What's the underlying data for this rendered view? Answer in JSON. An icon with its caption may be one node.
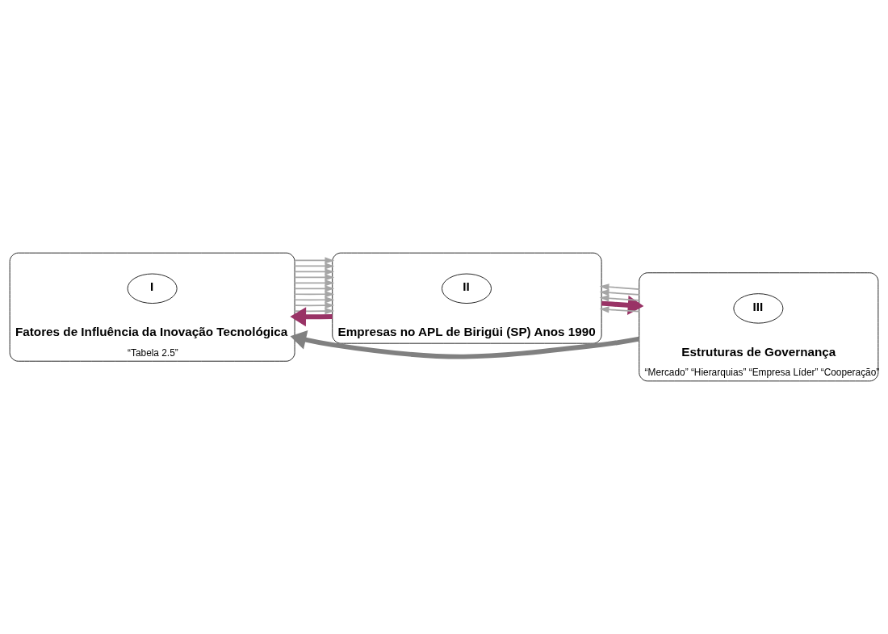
{
  "diagram": {
    "nodes": [
      {
        "text": [
          "Fatores de Influência da Inovação Tecnológica",
          "“Tabela 2.5”"
        ]
      },
      {
        "text": [
          "I"
        ],
        "in": 0
      },
      {
        "text": [
          "Empresas no APL de Birigüi (SP) Anos 1990"
        ]
      },
      {
        "text": [
          "II"
        ],
        "in": 2
      },
      {
        "text": [
          "Estruturas de Governança",
          "“Mercado” “Hierarquias” “Empresa Líder” “Cooperação”"
        ]
      },
      {
        "text": [
          "III"
        ],
        "in": 4
      }
    ],
    "edges": [
      {
        "from": 0,
        "to": 2,
        "arrow": "to"
      },
      {
        "from": 0,
        "to": 2,
        "arrow": "to"
      },
      {
        "from": 0,
        "to": 2,
        "arrow": "to"
      },
      {
        "from": 0,
        "to": 2,
        "arrow": "to"
      },
      {
        "from": 0,
        "to": 2,
        "arrow": "to"
      },
      {
        "from": 0,
        "to": 2,
        "arrow": "to"
      },
      {
        "from": 0,
        "to": 2,
        "arrow": "to"
      },
      {
        "from": 0,
        "to": 2,
        "arrow": "to"
      },
      {
        "from": 0,
        "to": 2,
        "arrow": "to"
      },
      {
        "from": 0,
        "to": 2,
        "arrow": "to"
      },
      {
        "from": 2,
        "to": 0,
        "arrow": "to",
        "style": "thick",
        "color": "#993366"
      },
      {
        "from": 2,
        "to": 4,
        "arrow": "to",
        "style": "thick",
        "color": "#993366"
      },
      {
        "from": 4,
        "to": 2,
        "arrow": "to"
      },
      {
        "from": 4,
        "to": 2,
        "arrow": "to"
      },
      {
        "from": 4,
        "to": 2,
        "arrow": "to"
      },
      {
        "from": 4,
        "to": 2,
        "arrow": "to"
      },
      {
        "from": 4,
        "to": 0,
        "arrow": "to",
        "style": "thick",
        "color": "#808080"
      }
    ]
  }
}
